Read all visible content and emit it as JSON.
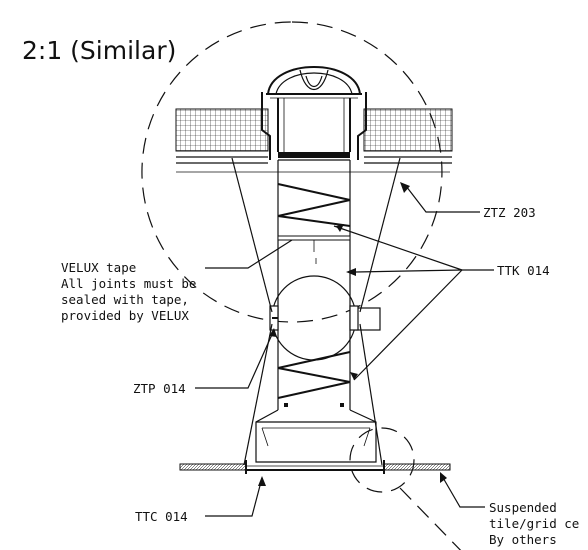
{
  "title": "2:1 (Similar)",
  "callouts": {
    "ztz": "ZTZ 203",
    "ttk": "TTK 014",
    "ztp": "ZTP 014",
    "ttc": "TTC 014",
    "tape_lines": [
      "VELUX tape",
      "All joints must be",
      "sealed with tape,",
      "provided by VELUX"
    ],
    "ceiling_lines": [
      "Suspended",
      "tile/grid ce",
      "By others"
    ]
  }
}
